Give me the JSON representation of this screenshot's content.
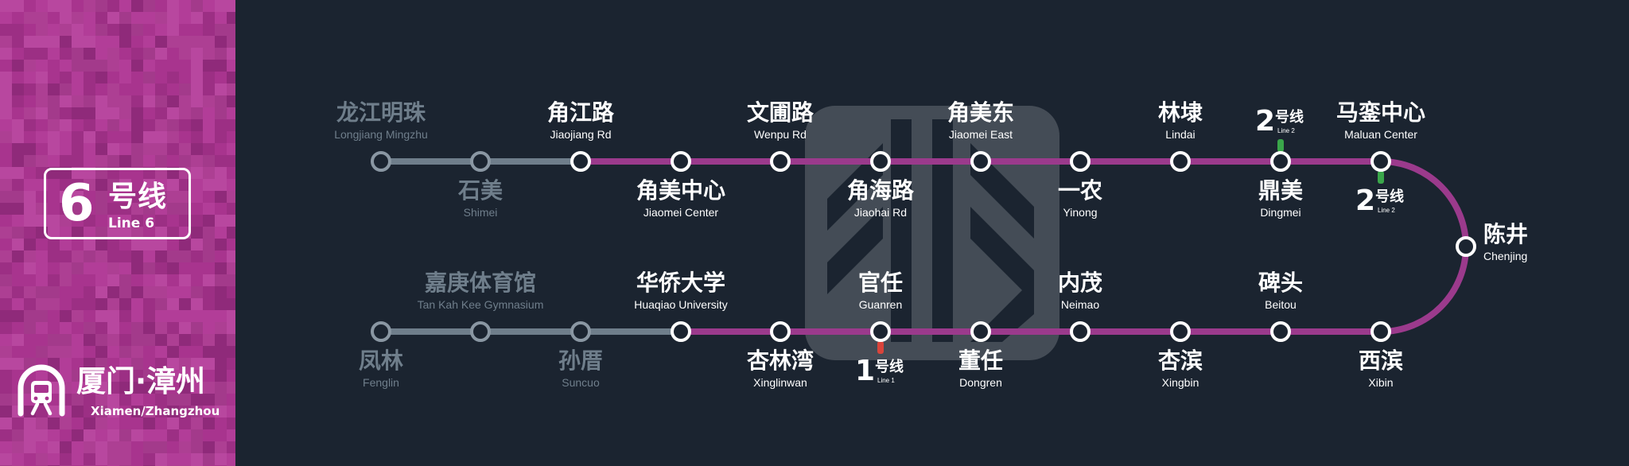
{
  "line": {
    "number": "6",
    "name_cn": "号线",
    "name_en": "Line 6"
  },
  "brand": {
    "name_cn": "厦门·漳州",
    "name_en": "Xiamen/Zhangzhou"
  },
  "colors": {
    "line6": "#9b3a8c",
    "future": "#6f7e8b",
    "line1": "#d9443b",
    "line2": "#3aa64a",
    "panel": "#a8348e",
    "background": "#1b2430"
  },
  "stations": [
    {
      "id": "longjiang-mingzhu",
      "cn": "龙江明珠",
      "en": "Longjiang Mingzhu",
      "status": "future"
    },
    {
      "id": "shimei",
      "cn": "石美",
      "en": "Shimei",
      "status": "future"
    },
    {
      "id": "jiaojiang-rd",
      "cn": "角江路",
      "en": "Jiaojiang Rd",
      "status": "active"
    },
    {
      "id": "jiaomei-center",
      "cn": "角美中心",
      "en": "Jiaomei Center",
      "status": "active"
    },
    {
      "id": "wenpu-rd",
      "cn": "文圃路",
      "en": "Wenpu Rd",
      "status": "active"
    },
    {
      "id": "jiaohai-rd",
      "cn": "角海路",
      "en": "Jiaohai Rd",
      "status": "active"
    },
    {
      "id": "jiaomei-east",
      "cn": "角美东",
      "en": "Jiaomei East",
      "status": "active"
    },
    {
      "id": "yinong",
      "cn": "一农",
      "en": "Yinong",
      "status": "active"
    },
    {
      "id": "lindai",
      "cn": "林埭",
      "en": "Lindai",
      "status": "active"
    },
    {
      "id": "dingmei",
      "cn": "鼎美",
      "en": "Dingmei",
      "status": "active"
    },
    {
      "id": "maluan-center",
      "cn": "马銮中心",
      "en": "Maluan Center",
      "status": "active"
    },
    {
      "id": "chenjing",
      "cn": "陈井",
      "en": "Chenjing",
      "status": "active"
    },
    {
      "id": "xibin",
      "cn": "西滨",
      "en": "Xibin",
      "status": "active"
    },
    {
      "id": "beitou",
      "cn": "碑头",
      "en": "Beitou",
      "status": "active"
    },
    {
      "id": "xingbin",
      "cn": "杏滨",
      "en": "Xingbin",
      "status": "active"
    },
    {
      "id": "neimao",
      "cn": "内茂",
      "en": "Neimao",
      "status": "active"
    },
    {
      "id": "dongren",
      "cn": "董任",
      "en": "Dongren",
      "status": "active"
    },
    {
      "id": "guanren",
      "cn": "官任",
      "en": "Guanren",
      "status": "active"
    },
    {
      "id": "xinglinwan",
      "cn": "杏林湾",
      "en": "Xinglinwan",
      "status": "active"
    },
    {
      "id": "huaqiao-university",
      "cn": "华侨大学",
      "en": "Huaqiao University",
      "status": "active"
    },
    {
      "id": "suncuo",
      "cn": "孙厝",
      "en": "Suncuo",
      "status": "future"
    },
    {
      "id": "tan-kah-kee-gymnasium",
      "cn": "嘉庚体育馆",
      "en": "Tan Kah Kee Gymnasium",
      "status": "future"
    },
    {
      "id": "fenglin",
      "cn": "凤林",
      "en": "Fenglin",
      "status": "future"
    }
  ],
  "transfers": [
    {
      "station": "dingmei",
      "number": "2",
      "cn": "号线",
      "en": "Line 2",
      "color": "line2"
    },
    {
      "station": "maluan-center",
      "number": "2",
      "cn": "号线",
      "en": "Line 2",
      "color": "line2"
    },
    {
      "station": "guanren",
      "number": "1",
      "cn": "号线",
      "en": "Line 1",
      "color": "line1"
    }
  ]
}
